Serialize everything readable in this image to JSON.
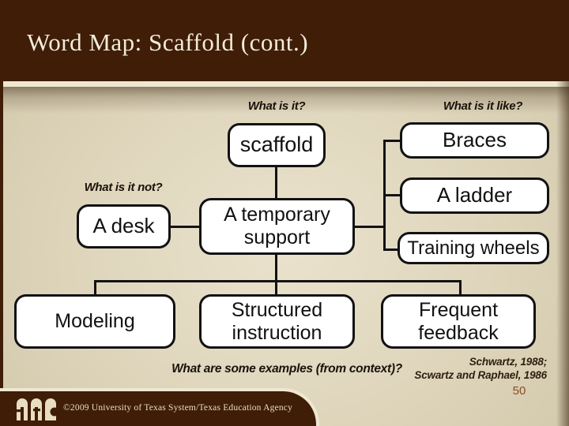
{
  "header": {
    "title": "Word Map: Scaffold (cont.)"
  },
  "diagram": {
    "labels": {
      "top_question": "What is it?",
      "like_question": "What is it like?",
      "not_question": "What is it not?",
      "examples_question": "What are some examples (from context)?"
    },
    "nodes": {
      "scaffold": "scaffold",
      "temporary_support": "A temporary support",
      "a_desk": "A desk",
      "braces": "Braces",
      "a_ladder": "A ladder",
      "training_wheels": "Training wheels",
      "modeling": "Modeling",
      "structured_instruction": "Structured instruction",
      "frequent_feedback": "Frequent feedback"
    },
    "citation": {
      "line1": "Schwartz, 1988;",
      "line2": "Scwartz and Raphael, 1986"
    }
  },
  "footer": {
    "copyright": "©2009 University of Texas System/Texas Education Agency",
    "page_number": "50",
    "logo_icon": "university-agency-logo"
  },
  "colors": {
    "header_brown": "#3f1d07",
    "cream_strip": "#efe7d2",
    "body_beige": "#ddd4ba",
    "box_fill": "#ffffff",
    "connector_line": "#121212",
    "citation_text": "#30200f",
    "page_number": "#8a4d22",
    "title_text": "#f3ecdb"
  }
}
